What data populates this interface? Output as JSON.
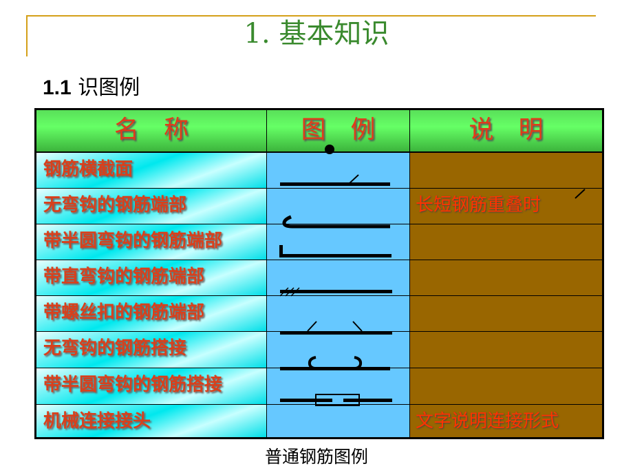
{
  "slide": {
    "title": "1. 基本知识",
    "section_number": "1.1",
    "section_title": "识图例",
    "caption": "普通钢筋图例"
  },
  "table": {
    "headers": {
      "name": "名　称",
      "legend": "图　例",
      "description": "说　明"
    },
    "rows": [
      {
        "name": "钢筋横截面",
        "legend_icon": "filled-dot-icon",
        "description": ""
      },
      {
        "name": "无弯钩的钢筋端部",
        "legend_icon": "bar-with-diagonal-tick-icon",
        "description": "长短钢筋重叠时"
      },
      {
        "name": "带半圆弯钩的钢筋端部",
        "legend_icon": "bar-with-semicircle-hook-icon",
        "description": ""
      },
      {
        "name": "带直弯钩的钢筋端部",
        "legend_icon": "bar-with-straight-hook-icon",
        "description": ""
      },
      {
        "name": "带螺丝扣的钢筋端部",
        "legend_icon": "bar-with-thread-hatch-icon",
        "description": ""
      },
      {
        "name": "无弯钩的钢筋搭接",
        "legend_icon": "lap-splice-ticks-icon",
        "description": ""
      },
      {
        "name": "带半圆弯钩的钢筋搭接",
        "legend_icon": "lap-splice-hooks-icon",
        "description": ""
      },
      {
        "name": "机械连接接头",
        "legend_icon": "mechanical-coupler-icon",
        "description": "文字说明连接形式"
      }
    ]
  },
  "colors": {
    "title_green": "#3a8a2e",
    "rule_gold": "#d4a017",
    "header_green": "#66ff66",
    "name_cyan": "#00e8ee",
    "legend_blue": "#66c8ff",
    "desc_brown": "#996600",
    "text_red": "#e03b1b"
  }
}
